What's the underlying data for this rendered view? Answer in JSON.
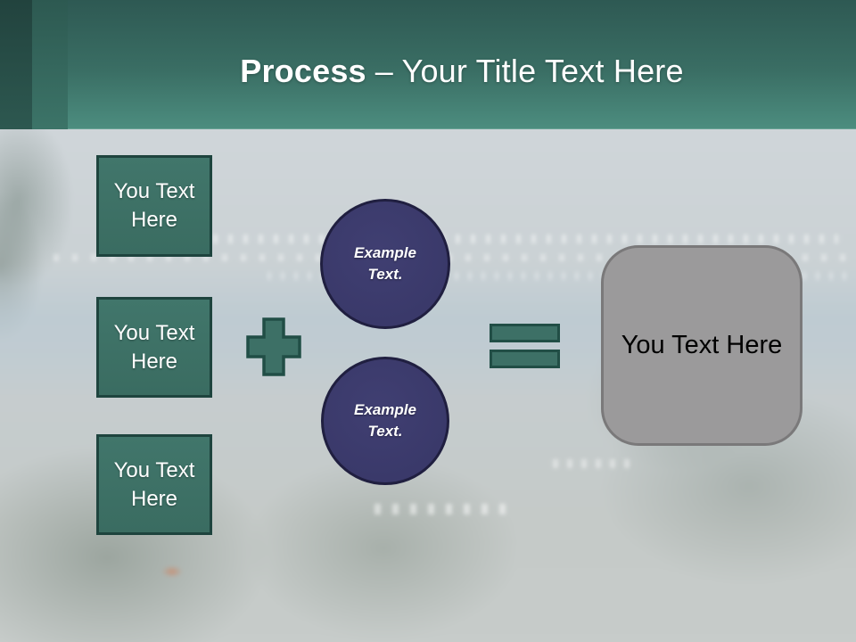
{
  "slide": {
    "header": {
      "title_emphasis": "Process",
      "title_rest": "– Your Title Text Here"
    },
    "process": {
      "input_boxes": [
        {
          "label": "You Text Here"
        },
        {
          "label": "You Text Here"
        },
        {
          "label": "You Text Here"
        }
      ],
      "operators": {
        "first": "plus",
        "second": "equals"
      },
      "example_circles": [
        {
          "label": "Example Text."
        },
        {
          "label": "Example Text."
        }
      ],
      "result_box": {
        "label": "You Text Here"
      }
    },
    "colors": {
      "header_top": "#2e5953",
      "header_bottom": "#4c8d7f",
      "accent_bar_dark": "#22433e",
      "accent_bar_mid": "#2d5951",
      "input_box_fill": "#3e7167",
      "input_box_border": "#1e443e",
      "circle_fill": "#3b3a6a",
      "circle_border": "#201f40",
      "operator_fill": "#3d7066",
      "operator_border": "#214e46",
      "result_fill": "#9b9a9b",
      "result_border": "#7a797a",
      "canvas_base": "#c9cfd0",
      "title_text": "#ffffff",
      "result_text": "#000000"
    }
  }
}
